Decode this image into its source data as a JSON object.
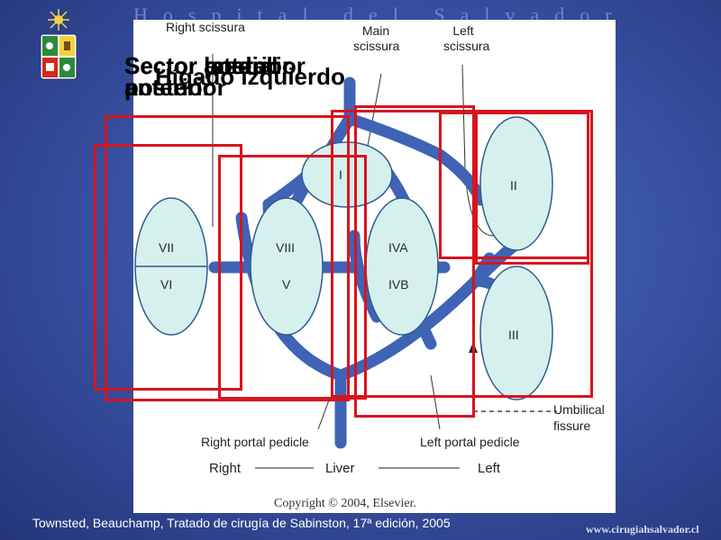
{
  "header": {
    "title": "Hospital del Salvador"
  },
  "figure": {
    "labels": {
      "right_scissura": "Right scissura",
      "main_scissura": "Main scissura",
      "left_scissura": "Left scissura",
      "umbilical_fissure": "Umbilical fissure",
      "right_portal_pedicle": "Right portal pedicle",
      "left_portal_pedicle": "Left portal pedicle",
      "right": "Right",
      "liver": "Liver",
      "left": "Left"
    },
    "segments": [
      "I",
      "II",
      "III",
      "IVA",
      "IVB",
      "V",
      "VI",
      "VII",
      "VIII"
    ],
    "copyright": "Copyright © 2004, Elsevier."
  },
  "overlays": {
    "titles": [
      "Sector lateral",
      "Sector anterior",
      "Sector medial",
      "Sector posterior"
    ],
    "title_line2": [
      "anterior",
      "posterior"
    ],
    "highlight_title": "Hígado izquierdo"
  },
  "colors": {
    "box": "#d8141e",
    "vessel": "#3f63b5",
    "segment": "#d6f0ee"
  },
  "footer": {
    "citation": "Townsted, Beauchamp, Tratado de cirugía de Sabinston, 17ª edición, 2005",
    "website": "www.cirugiahsalvador.cl"
  }
}
